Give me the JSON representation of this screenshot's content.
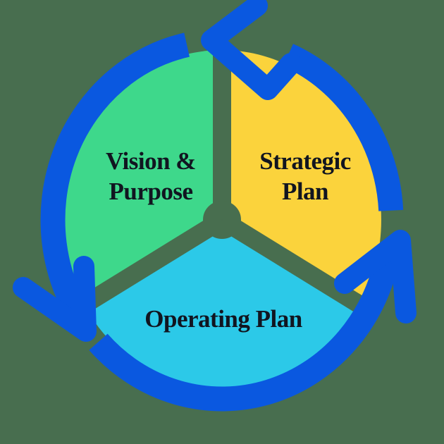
{
  "diagram": {
    "background_color": "#486E4F",
    "arrow_color": "#0A58E0",
    "label_color": "#111520",
    "segments": [
      {
        "label": "Vision & Purpose",
        "color": "#3ED88B"
      },
      {
        "label": "Strategic Plan",
        "color": "#FBD33C"
      },
      {
        "label": "Operating Plan",
        "color": "#2CC9E8"
      }
    ]
  }
}
